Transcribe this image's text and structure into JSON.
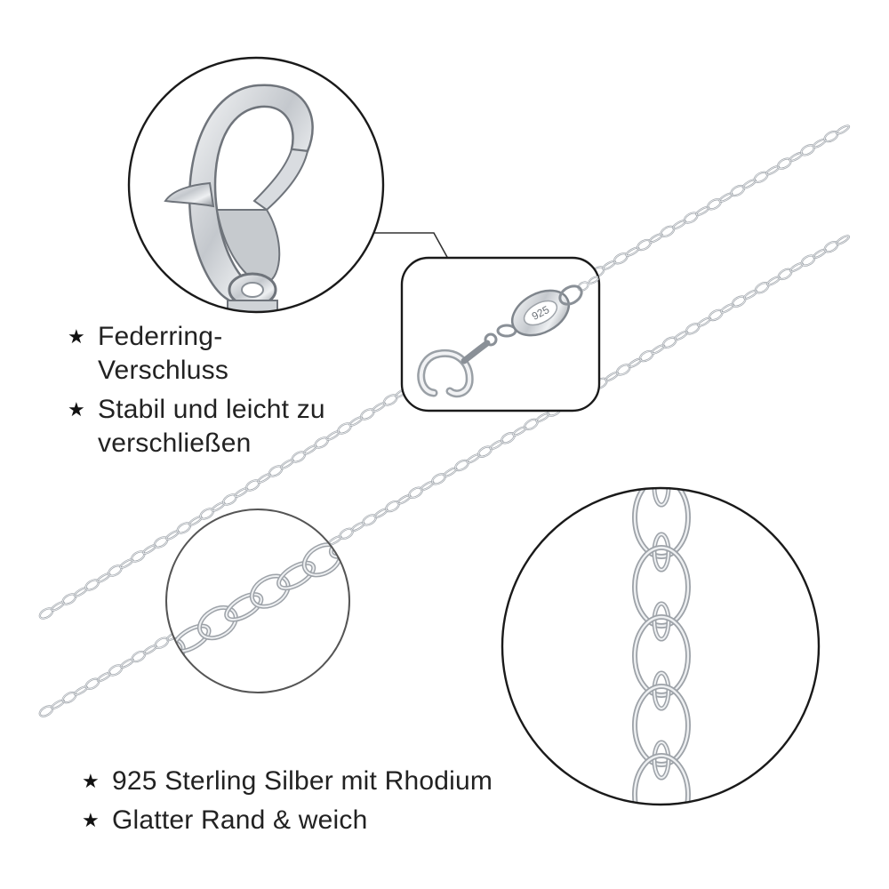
{
  "features_top": [
    {
      "icon": "star-icon",
      "text": "Federring-Verschluss"
    },
    {
      "icon": "star-icon",
      "text": "Stabil und leicht zu verschließen"
    }
  ],
  "features_bottom": [
    {
      "icon": "star-icon",
      "text": "925 Sterling Silber mit Rhodium"
    },
    {
      "icon": "star-icon",
      "text": "Glatter Rand & weich"
    }
  ],
  "clasp_stamp": "925",
  "colors": {
    "silver_light": "#eceef0",
    "silver_mid": "#b9bdc2",
    "silver_dark": "#7d828a",
    "outline": "#1a1a1a"
  }
}
